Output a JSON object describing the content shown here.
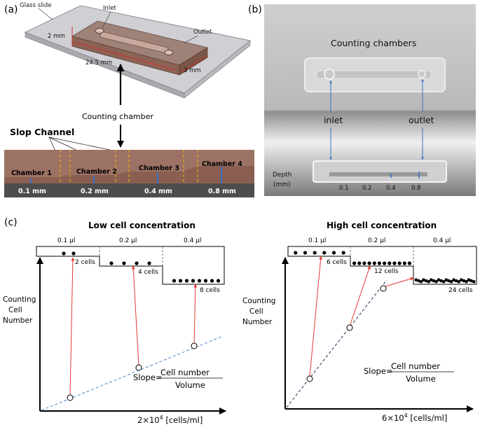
{
  "panel_a": {
    "label": "(a)",
    "glass_slide": "Glass slide",
    "inlet": "Inlet",
    "outlet": "Outlet",
    "dim_height": "2 mm",
    "dim_length": "24.5 mm",
    "dim_width": "3 mm",
    "counting_chamber": "Counting chamber",
    "slope_channel": "Slop Channel",
    "chambers": [
      "Chamber 1",
      "Chamber 2",
      "Chamber 3",
      "Chamber 4"
    ],
    "depths": [
      "0.1 mm",
      "0.2 mm",
      "0.4 mm",
      "0.8 mm"
    ]
  },
  "panel_b": {
    "label": "(b)",
    "title": "Counting chambers",
    "inlet": "inlet",
    "outlet": "outlet",
    "depth_line1": "Depth",
    "depth_line2": "(mm)",
    "depth_values": [
      "0.1",
      "0.2",
      "0.4",
      "0.8"
    ]
  },
  "panel_c": {
    "label": "(c)",
    "low": {
      "title": "Low cell concentration",
      "volumes": [
        "0.1 µl",
        "0.2 µl",
        "0.4 µl"
      ],
      "counts": [
        "2 cells",
        "4 cells",
        "8 cells"
      ],
      "dots": [
        2,
        4,
        8
      ],
      "ylabel": [
        "Counting",
        "Cell",
        "Number"
      ],
      "slope_prefix": "Slope=",
      "slope_num": "Cell number",
      "slope_den": "Volume",
      "xlabel_base": "2×10",
      "xlabel_exp": "4",
      "xlabel_unit": " [cells/ml]"
    },
    "high": {
      "title": "High cell concentration",
      "volumes": [
        "0.1 µl",
        "0.2 µl",
        "0.4 µl"
      ],
      "counts": [
        "6 cells",
        "12 cells",
        "24 cells"
      ],
      "dots": [
        6,
        12,
        24
      ],
      "ylabel": [
        "Counting",
        "Cell",
        "Number"
      ],
      "slope_prefix": "Slope=",
      "slope_num": "Cell number",
      "slope_den": "Volume",
      "xlabel_base": "6×10",
      "xlabel_exp": "4",
      "xlabel_unit": " [cells/ml]"
    }
  },
  "colors": {
    "arrow_red": "#e53935",
    "low_line": "#4a86c8",
    "high_line": "#1f2f55",
    "chamber_brown": "#a67a68",
    "substrate_dark": "#505050",
    "photo_gray": "#c8c8c8"
  }
}
